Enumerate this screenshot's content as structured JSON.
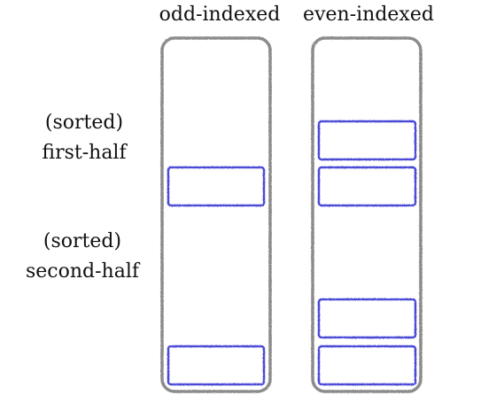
{
  "columns": [
    {
      "title": "odd-indexed",
      "boxes": 2
    },
    {
      "title": "even-indexed",
      "boxes": 4
    }
  ],
  "side_labels": {
    "first": {
      "line1": "(sorted)",
      "line2": "first-half"
    },
    "second": {
      "line1": "(sorted)",
      "line2": "second-half"
    }
  },
  "colors": {
    "container": "#8c8c8c",
    "box": "#4a4ad6",
    "divider": "#f0a3a3"
  }
}
